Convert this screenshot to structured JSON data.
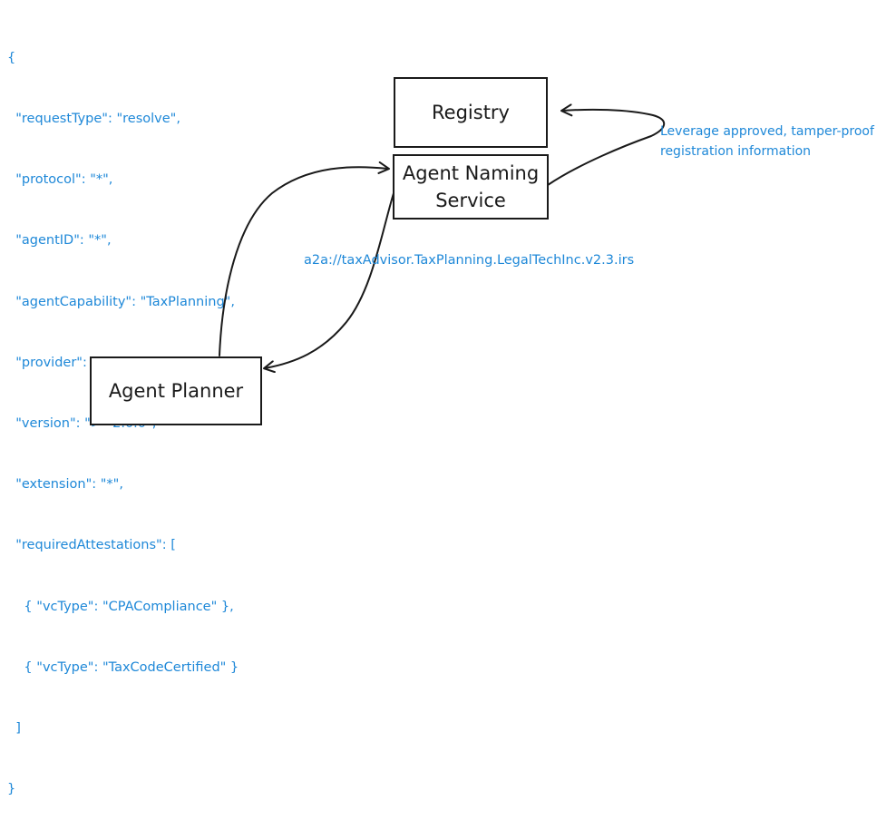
{
  "request_json": [
    "{",
    "  \"requestType\": \"resolve\",",
    "  \"protocol\": \"*\",",
    "  \"agentID\": \"*\",",
    "  \"agentCapability\": \"TaxPlanning\",",
    "  \"provider\": \"*\",",
    "  \"version\": \">=2.0.0\",",
    "  \"extension\": \"*\",",
    "  \"requiredAttestations\": [",
    "    { \"vcType\": \"CPACompliance\" },",
    "    { \"vcType\": \"TaxCodeCertified\" }",
    "  ]",
    "}"
  ],
  "nodes": {
    "registry": {
      "label": "Registry"
    },
    "agent_naming_service": {
      "label_line1": "Agent Naming",
      "label_line2": "Service"
    },
    "agent_planner": {
      "label": "Agent Planner"
    }
  },
  "annotations": {
    "registry_note": "Leverage approved, tamper-proof registration information",
    "resolved_name": "a2a://taxAdvisor.TaxPlanning.LegalTechInc.v2.3.irs"
  },
  "colors": {
    "annotation_text": "#1e88d8",
    "box_border": "#1a1a1a",
    "arrow": "#1a1a1a"
  }
}
